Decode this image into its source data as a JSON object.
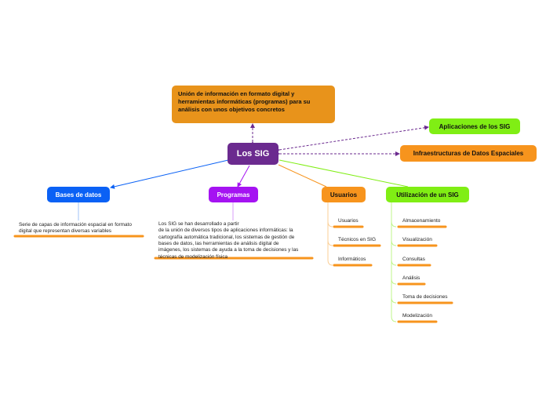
{
  "central": "Los SIG",
  "main_topic": "Unión de información en formato digital y herramientas informáticas (programas) para su análisis con unos objetivos concretos",
  "floating": {
    "aplicaciones": "Aplicaciones de los SIG",
    "infraestructuras": "Infraestructuras de Datos Espaciales"
  },
  "branches": {
    "bases": {
      "label": "Bases de datos",
      "note": "Serie de capas de información espacial en formato\ndigital que representan diversas variables"
    },
    "programas": {
      "label": "Programas",
      "note": "Los SIG se han desarrollado a partir\n de la unión de diversos tipos de aplicaciones informáticas: la\ncartografía automática tradicional, los sistemas de gestión de\nbases de datos, las herramientas de análisis digital de\nimágenes, los sistemas de ayuda a la toma de decisiones y las\ntécnicas de modelización física"
    },
    "usuarios": {
      "label": "Usuarios",
      "items": [
        "Usuarios",
        "Técnicos en SIG",
        "Informáticos"
      ]
    },
    "utilizacion": {
      "label": "Utilización de un SIG",
      "items": [
        "Almacenamiento",
        "Visualización",
        "Consultas",
        "Análisis",
        "Toma de decisiones",
        "Modelización"
      ]
    }
  },
  "colors": {
    "center": "#6b2a8f",
    "orange": "#f7941d",
    "green": "#80ee14",
    "blue": "#0a61f5",
    "purple": "#a513f2"
  }
}
